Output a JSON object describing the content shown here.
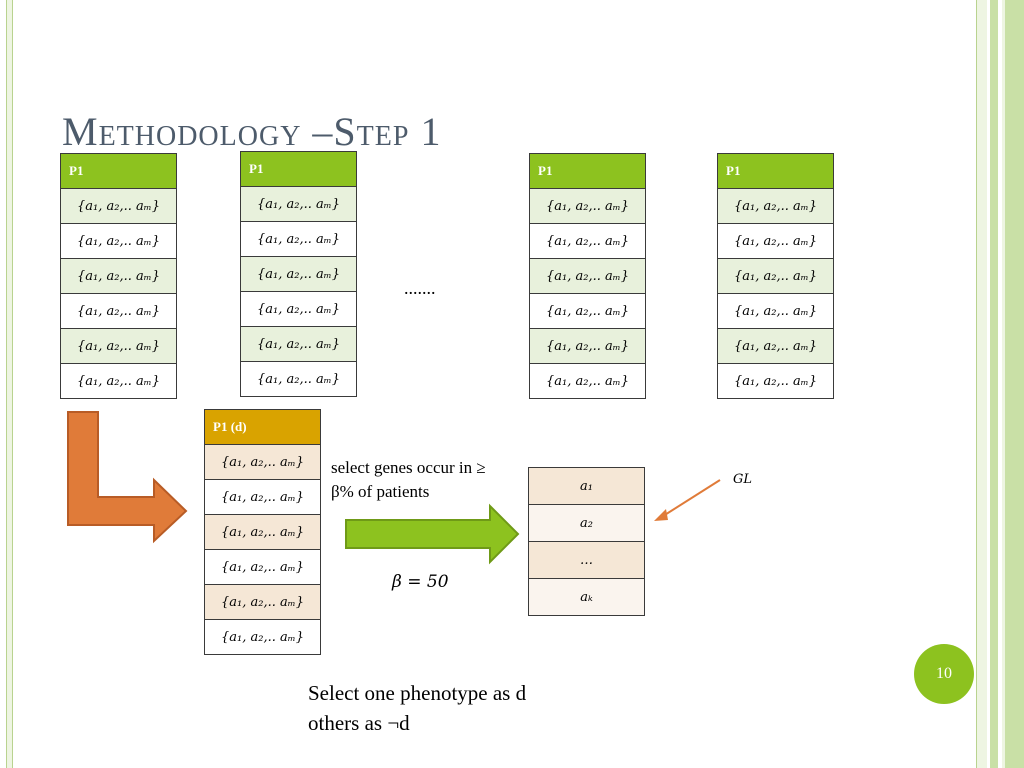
{
  "title": "Methodology –Step 1",
  "tables": [
    {
      "header": "P1",
      "rows": [
        "{a₁, a₂,.. aₘ}",
        "{a₁, a₂,.. aₘ}",
        "{a₁, a₂,.. aₘ}",
        "{a₁, a₂,.. aₘ}",
        "{a₁, a₂,.. aₘ}",
        "{a₁, a₂,.. aₘ}"
      ]
    },
    {
      "header": "P1",
      "rows": [
        "{a₁, a₂,.. aₘ}",
        "{a₁, a₂,.. aₘ}",
        "{a₁, a₂,.. aₘ}",
        "{a₁, a₂,.. aₘ}",
        "{a₁, a₂,.. aₘ}",
        "{a₁, a₂,.. aₘ}"
      ]
    },
    {
      "header": "P1",
      "rows": [
        "{a₁, a₂,.. aₘ}",
        "{a₁, a₂,.. aₘ}",
        "{a₁, a₂,.. aₘ}",
        "{a₁, a₂,.. aₘ}",
        "{a₁, a₂,.. aₘ}",
        "{a₁, a₂,.. aₘ}"
      ]
    },
    {
      "header": "P1",
      "rows": [
        "{a₁, a₂,.. aₘ}",
        "{a₁, a₂,.. aₘ}",
        "{a₁, a₂,.. aₘ}",
        "{a₁, a₂,.. aₘ}",
        "{a₁, a₂,.. aₘ}",
        "{a₁, a₂,.. aₘ}"
      ]
    }
  ],
  "d_table": {
    "header": "P1 (d)",
    "rows": [
      "{a₁, a₂,.. aₘ}",
      "{a₁, a₂,.. aₘ}",
      "{a₁, a₂,.. aₘ}",
      "{a₁, a₂,.. aₘ}",
      "{a₁, a₂,.. aₘ}",
      "{a₁, a₂,.. aₘ}"
    ]
  },
  "gene_list": {
    "label": "GL",
    "rows": [
      "a₁",
      "a₂",
      "…",
      "aₖ"
    ]
  },
  "ellipsis": ".......",
  "select_text": {
    "line1": "select genes occur in ≥",
    "line2": "β% of patients"
  },
  "beta_value": "β = 50",
  "bottom": {
    "line1": "Select one phenotype as d",
    "line2": "others as ¬d"
  },
  "page_number": "10",
  "colors": {
    "header_green": "#8dc21f",
    "header_gold": "#d9a300",
    "arrow_orange": "#e07b39",
    "arrow_green": "#8dc21f",
    "title": "#4d5b6b"
  }
}
